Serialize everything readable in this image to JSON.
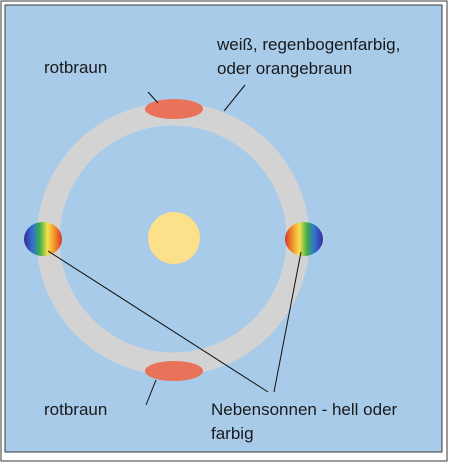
{
  "labels": {
    "top_left": "rotbraun",
    "top_right_line1": "weiß, regenbogenfarbig,",
    "top_right_line2": "oder orangebraun",
    "bottom_left": "rotbraun",
    "bottom_right_line1": "Nebensonnen - hell oder",
    "bottom_right_line2": "farbig"
  },
  "colors": {
    "sky": "#a8cbe9",
    "halo_ring": "#d3d3d3",
    "sun": "#fde08a",
    "arc_spot": "#e8735a",
    "frame_border": "#3a3a3a",
    "leader_line": "#111111"
  },
  "elements": {
    "sun_icon": "sun-icon",
    "halo_ring_icon": "halo-ring-icon",
    "sundog_left_icon": "sundog-left-icon",
    "sundog_right_icon": "sundog-right-icon"
  }
}
